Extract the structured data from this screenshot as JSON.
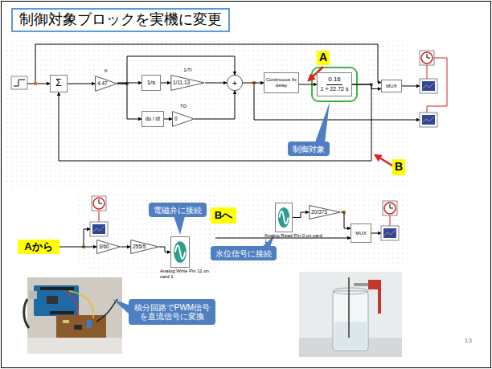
{
  "diagram": {
    "title": "制御対象ブロックを実機に変更",
    "nodes": [
      {
        "text": [
          "制御対象ブロックを実機に変更"
        ]
      },
      {
        "text": [
          "Σ"
        ]
      },
      {
        "text": [
          "K",
          "4.47"
        ]
      },
      {
        "text": [
          "1/s"
        ]
      },
      {
        "text": [
          "1/TI",
          "1/11.13"
        ]
      },
      {
        "text": [
          "du / dt"
        ]
      },
      {
        "text": [
          "TD",
          "0"
        ]
      },
      {
        "text": [
          "+"
        ]
      },
      {
        "text": [
          "Continuous fix delay"
        ]
      },
      {
        "text": [
          "0.16",
          "1 + 22.72 s"
        ]
      },
      {
        "text": [
          "A"
        ]
      },
      {
        "text": [
          "制御対象"
        ]
      },
      {
        "text": [
          "MUX"
        ]
      },
      {
        "text": [
          "B"
        ]
      },
      {
        "text": [
          "Aから"
        ]
      },
      {
        "text": [
          "3/60"
        ]
      },
      {
        "text": [
          "255/5"
        ]
      },
      {
        "text": [
          "Analog Write Pin 11 on card 1"
        ]
      },
      {
        "text": [
          "電磁弁に接続"
        ]
      },
      {
        "text": [
          "積分回路でPWM信号を直流信号に変換"
        ]
      },
      {
        "text": [
          "Bへ"
        ]
      },
      {
        "text": [
          "水位信号に接続"
        ]
      },
      {
        "text": [
          "Analog Read Pin 0 on card 1"
        ]
      },
      {
        "text": [
          "20/373"
        ]
      },
      {
        "text": [
          "MUX"
        ]
      }
    ],
    "edges": [
      {
        "from": 1,
        "to": 2,
        "arrow": "to"
      },
      {
        "from": 2,
        "to": 3,
        "arrow": "to"
      },
      {
        "from": 2,
        "to": 5,
        "arrow": "to"
      },
      {
        "from": 2,
        "to": 7,
        "arrow": "to"
      },
      {
        "from": 3,
        "to": 4,
        "arrow": "to"
      },
      {
        "from": 5,
        "to": 6,
        "arrow": "to"
      },
      {
        "from": 4,
        "to": 7,
        "arrow": "to"
      },
      {
        "from": 6,
        "to": 7,
        "arrow": "to"
      },
      {
        "from": 7,
        "to": 8,
        "arrow": "to"
      },
      {
        "from": 8,
        "to": 9,
        "arrow": "to"
      },
      {
        "from": 9,
        "to": 12,
        "arrow": "to"
      },
      {
        "from": 9,
        "to": 1,
        "arrow": "to"
      },
      {
        "from": 14,
        "to": 15,
        "arrow": "to"
      },
      {
        "from": 15,
        "to": 16,
        "arrow": "to"
      },
      {
        "from": 16,
        "to": 17,
        "arrow": "to"
      },
      {
        "from": 22,
        "to": 23,
        "arrow": "to"
      },
      {
        "from": 23,
        "to": 24,
        "arrow": "to"
      }
    ],
    "labels": [
      "13"
    ]
  }
}
